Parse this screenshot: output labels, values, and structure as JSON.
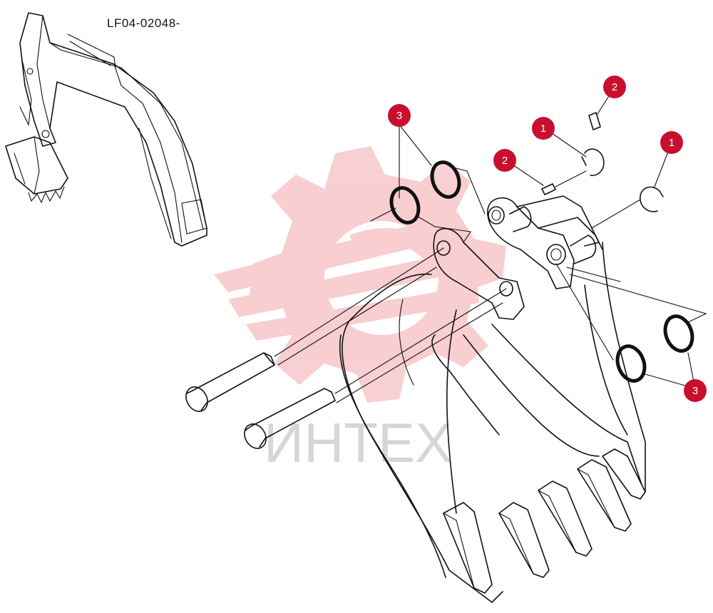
{
  "drawing_code": "LF04-02048-",
  "watermark_text": "ИНТЕХ",
  "callouts": [
    {
      "label": "3",
      "part": "shim"
    },
    {
      "label": "2",
      "part": "pin"
    },
    {
      "label": "1",
      "part": "snap-ring"
    },
    {
      "label": "2",
      "part": "pin"
    },
    {
      "label": "1",
      "part": "snap-ring"
    },
    {
      "label": "3",
      "part": "shim"
    }
  ],
  "colors": {
    "callout": "#c8102e",
    "watermark": "#f3a7ad",
    "line": "#111111"
  }
}
